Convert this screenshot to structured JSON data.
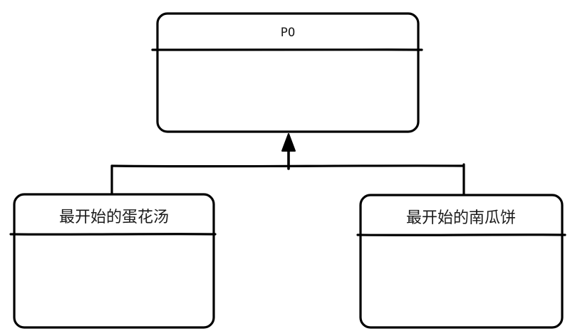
{
  "diagram": {
    "type": "uml-class-inheritance",
    "stroke_color": "#000000",
    "background_color": "#ffffff",
    "parent": {
      "name": "PO"
    },
    "children": [
      {
        "name": "最开始的蛋花汤"
      },
      {
        "name": "最开始的南瓜饼"
      }
    ]
  }
}
